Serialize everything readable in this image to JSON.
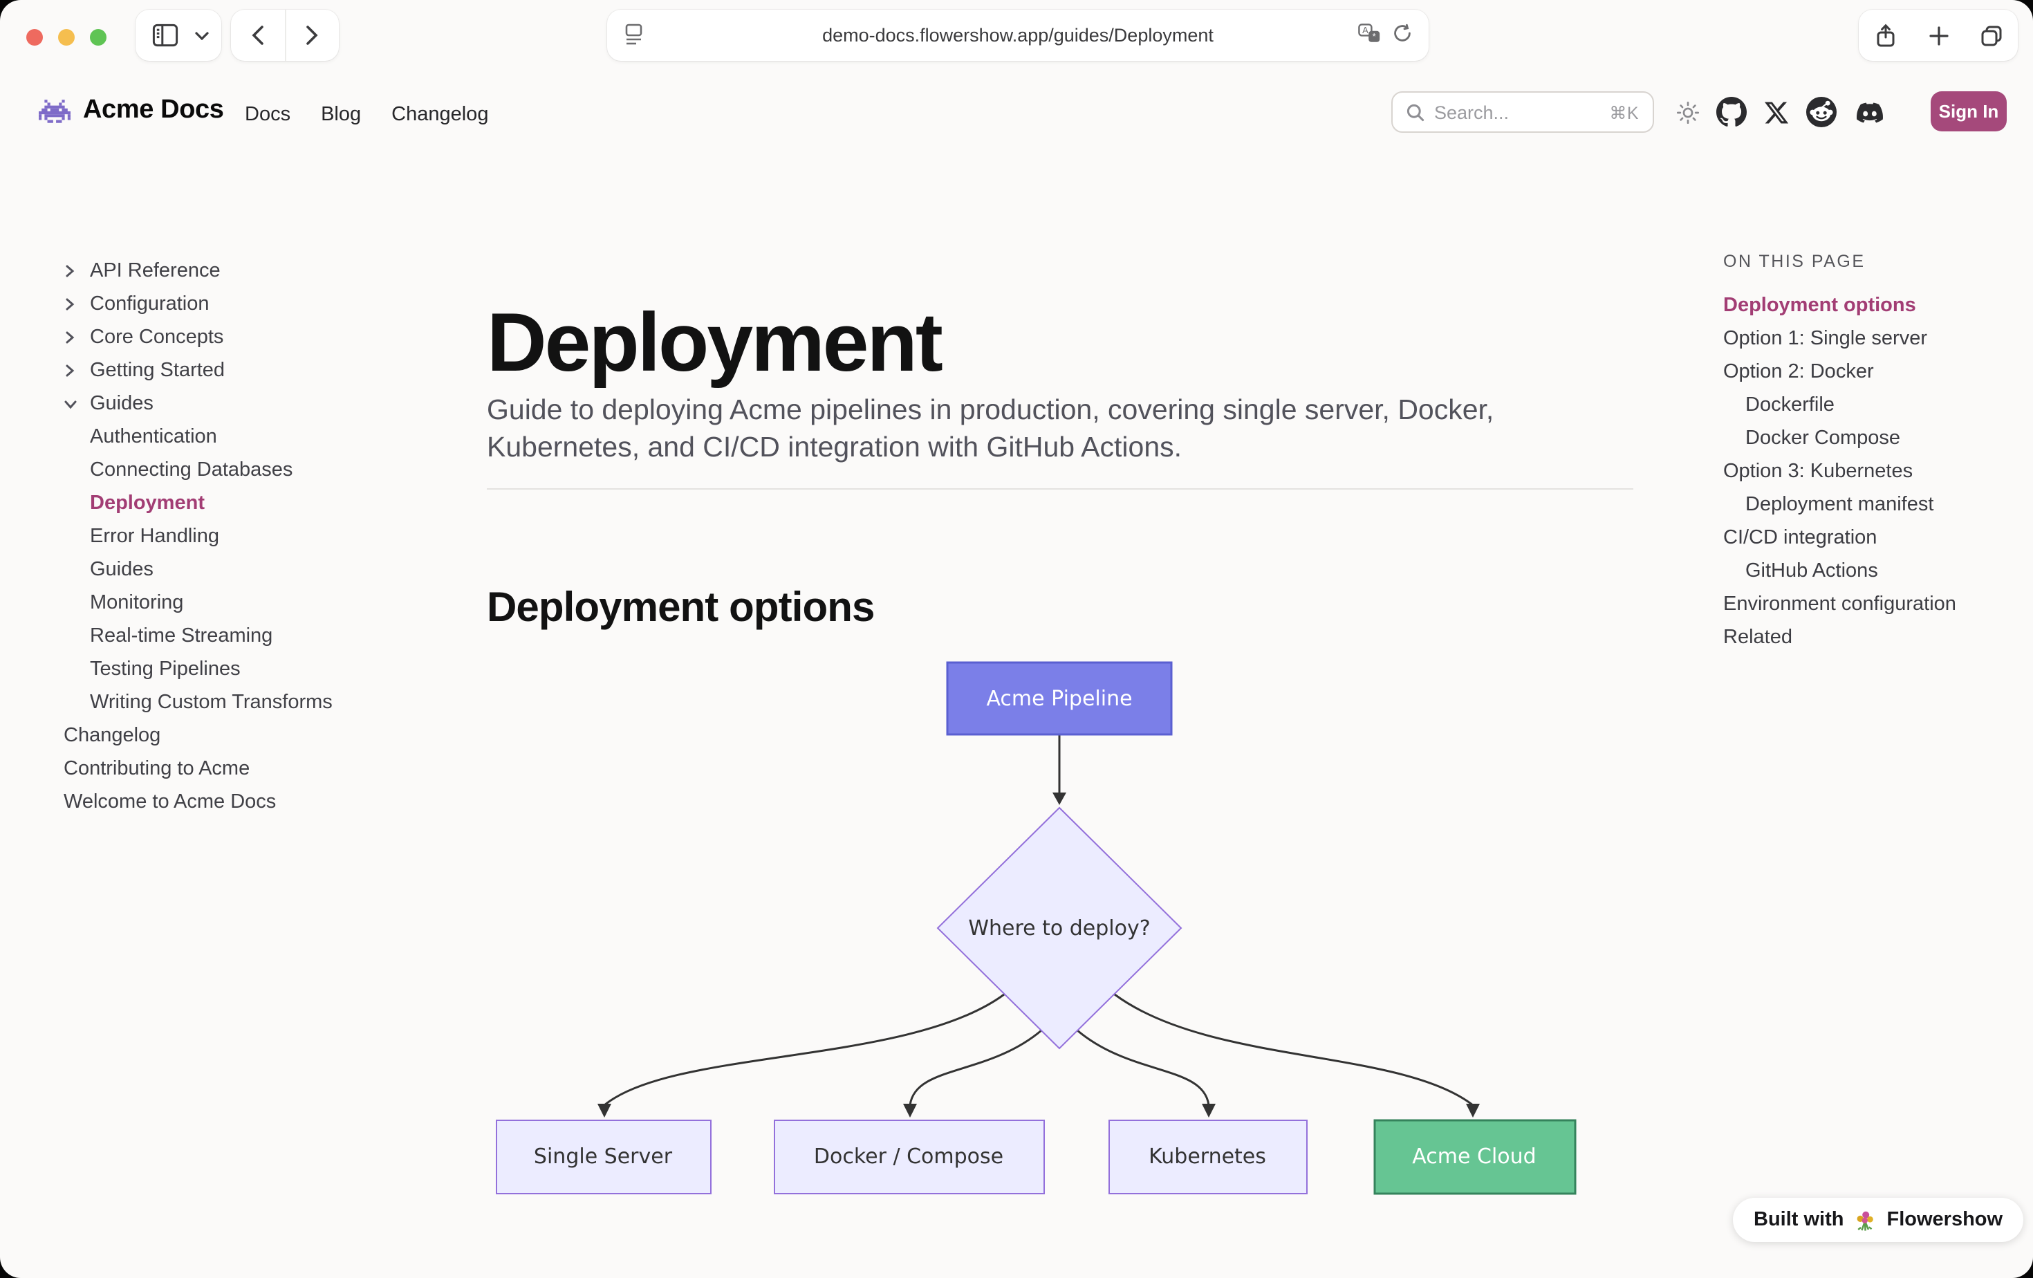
{
  "browser": {
    "url": "demo-docs.flowershow.app/guides/Deployment",
    "toolbar": {
      "sidebar_toggle": "sidebar-toggle",
      "back": "back",
      "forward": "forward",
      "share": "share",
      "new_tab": "new-tab",
      "tab_overview": "tab-overview"
    }
  },
  "header": {
    "logo": "space-invader",
    "title": "Acme Docs",
    "nav": [
      {
        "label": "Docs"
      },
      {
        "label": "Blog"
      },
      {
        "label": "Changelog"
      }
    ],
    "search": {
      "placeholder": "Search...",
      "shortcut": "⌘K"
    },
    "social": [
      "github",
      "x",
      "reddit",
      "discord"
    ],
    "sign_in_label": "Sign In"
  },
  "sidebar": {
    "items": [
      {
        "label": "API Reference",
        "chevron": "right",
        "level": 0
      },
      {
        "label": "Configuration",
        "chevron": "right",
        "level": 0
      },
      {
        "label": "Core Concepts",
        "chevron": "right",
        "level": 0
      },
      {
        "label": "Getting Started",
        "chevron": "right",
        "level": 0
      },
      {
        "label": "Guides",
        "chevron": "down",
        "level": 0,
        "expanded": true
      },
      {
        "label": "Authentication",
        "level": 1
      },
      {
        "label": "Connecting Databases",
        "level": 1
      },
      {
        "label": "Deployment",
        "level": 1,
        "active": true
      },
      {
        "label": "Error Handling",
        "level": 1
      },
      {
        "label": "Guides",
        "level": 1
      },
      {
        "label": "Monitoring",
        "level": 1
      },
      {
        "label": "Real-time Streaming",
        "level": 1
      },
      {
        "label": "Testing Pipelines",
        "level": 1
      },
      {
        "label": "Writing Custom Transforms",
        "level": 1
      },
      {
        "label": "Changelog",
        "level": 0
      },
      {
        "label": "Contributing to Acme",
        "level": 0
      },
      {
        "label": "Welcome to Acme Docs",
        "level": 0
      }
    ]
  },
  "main": {
    "title": "Deployment",
    "subtitle": "Guide to deploying Acme pipelines in production, covering single server, Docker, Kubernetes, and CI/CD integration with GitHub Actions.",
    "section_heading": "Deployment options",
    "diagram": {
      "type": "flowchart",
      "nodes": [
        {
          "id": "pipeline",
          "label": "Acme Pipeline",
          "shape": "rect",
          "fill": "#7b7fe8",
          "border": "#5a5fd1"
        },
        {
          "id": "decision",
          "label": "Where to deploy?",
          "shape": "diamond",
          "fill": "#ececff",
          "border": "#9370db"
        },
        {
          "id": "single",
          "label": "Single Server",
          "shape": "rect",
          "fill": "#ececff",
          "border": "#9370db"
        },
        {
          "id": "docker",
          "label": "Docker / Compose",
          "shape": "rect",
          "fill": "#ececff",
          "border": "#9370db"
        },
        {
          "id": "k8s",
          "label": "Kubernetes",
          "shape": "rect",
          "fill": "#ececff",
          "border": "#9370db"
        },
        {
          "id": "cloud",
          "label": "Acme Cloud",
          "shape": "rect",
          "fill": "#66c593",
          "border": "#35835c"
        }
      ],
      "edges": [
        {
          "from": "pipeline",
          "to": "decision"
        },
        {
          "from": "decision",
          "to": "single"
        },
        {
          "from": "decision",
          "to": "docker"
        },
        {
          "from": "decision",
          "to": "k8s"
        },
        {
          "from": "decision",
          "to": "cloud"
        }
      ]
    }
  },
  "toc": {
    "heading": "ON THIS PAGE",
    "items": [
      {
        "label": "Deployment options",
        "active": true,
        "indent": 0
      },
      {
        "label": "Option 1: Single server",
        "indent": 0
      },
      {
        "label": "Option 2: Docker",
        "indent": 0
      },
      {
        "label": "Dockerfile",
        "indent": 1
      },
      {
        "label": "Docker Compose",
        "indent": 1
      },
      {
        "label": "Option 3: Kubernetes",
        "indent": 0
      },
      {
        "label": "Deployment manifest",
        "indent": 1
      },
      {
        "label": "CI/CD integration",
        "indent": 0
      },
      {
        "label": "GitHub Actions",
        "indent": 1
      },
      {
        "label": "Environment configuration",
        "indent": 0
      },
      {
        "label": "Related",
        "indent": 0
      }
    ]
  },
  "badge": {
    "prefix": "Built with",
    "icon": "bouquet",
    "suffix": "Flowershow"
  },
  "colors": {
    "accent_link": "#a23d74",
    "signin_button": "#a5497b",
    "traffic_red": "#ee6a5f",
    "traffic_yellow": "#f5be4f",
    "traffic_green": "#5fc454",
    "node_default_fill": "#ececff",
    "node_default_border": "#9370db",
    "node_pipeline_fill": "#7b7fe8",
    "node_cloud_fill": "#66c593",
    "edge_stroke": "#333333"
  }
}
